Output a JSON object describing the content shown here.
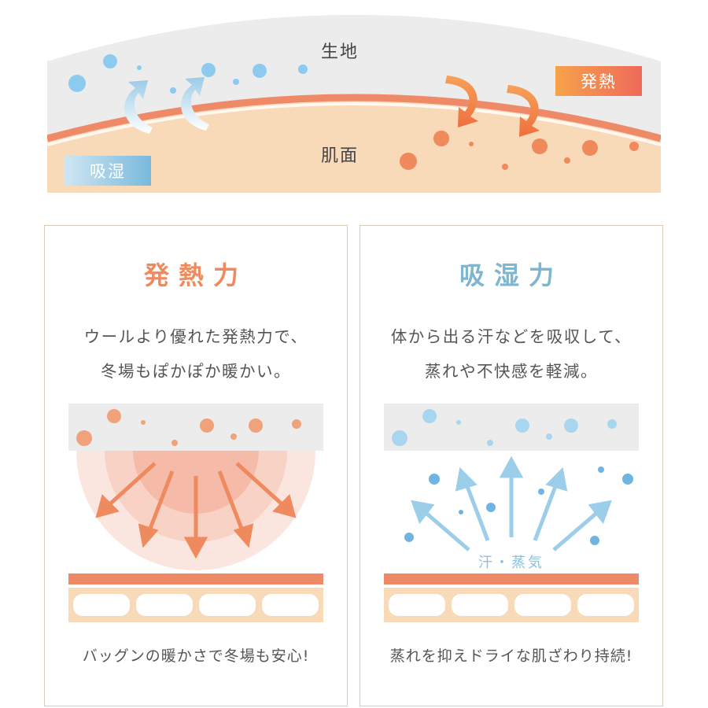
{
  "top": {
    "fabric_label": "生地",
    "skin_label": "肌面",
    "heat_badge": "発熱",
    "moisture_badge": "吸湿"
  },
  "left_panel": {
    "title": "発熱力",
    "line1": "ウールより優れた発熱力で、",
    "line2": "冬場もぽかぽか暖かい。",
    "footer": "バッグンの暖かさで冬場も安心!"
  },
  "right_panel": {
    "title": "吸湿力",
    "line1": "体から出る汗などを吸収して、",
    "line2": "蒸れや不快感を軽減。",
    "vapor_label": "汗・蒸気",
    "footer": "蒸れを抑えドライな肌ざわり持続!"
  },
  "colors": {
    "heat": "#ef8a5f",
    "moisture": "#7fb6cf",
    "skin": "#f8d9b8",
    "fabric": "#ececec",
    "border": "#d9cbb8"
  }
}
